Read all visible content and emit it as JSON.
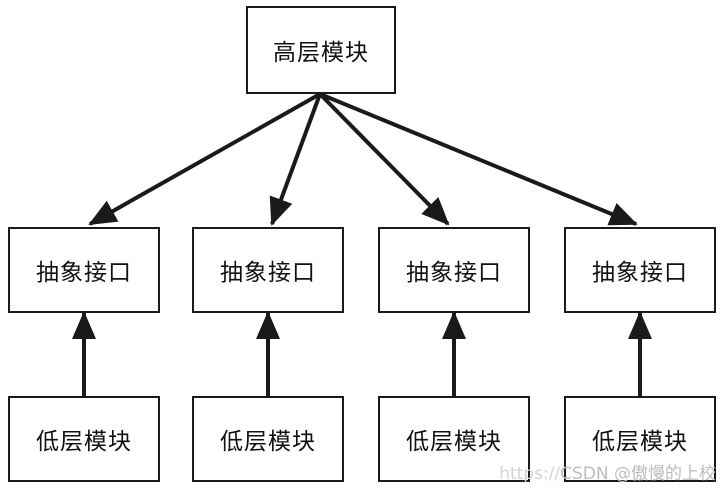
{
  "colors": {
    "stroke": "#1a1a1a",
    "background": "#ffffff",
    "text": "#111111"
  },
  "nodes": {
    "high_level": {
      "label": "高层模块"
    },
    "interfaces": [
      {
        "label": "抽象接口"
      },
      {
        "label": "抽象接口"
      },
      {
        "label": "抽象接口"
      },
      {
        "label": "抽象接口"
      }
    ],
    "low_level": [
      {
        "label": "低层模块"
      },
      {
        "label": "低层模块"
      },
      {
        "label": "低层模块"
      },
      {
        "label": "低层模块"
      }
    ]
  },
  "watermark": {
    "url_part": "https://",
    "text": "CSDN @傲慢的上校"
  }
}
